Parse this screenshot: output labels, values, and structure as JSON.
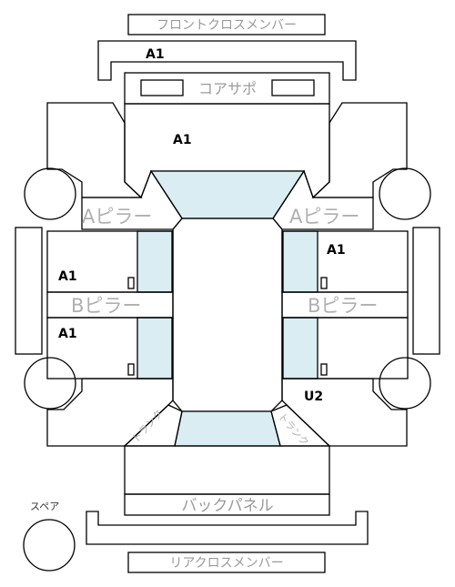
{
  "labels": {
    "front_cross_member": "フロントクロスメンバー",
    "core_support": "コアサポ",
    "a_pillar_left": "Aピラー",
    "a_pillar_right": "Aピラー",
    "b_pillar_left": "Bピラー",
    "b_pillar_right": "Bピラー",
    "trunk_left": "トランク",
    "trunk_right": "トランク",
    "back_panel": "バックパネル",
    "rear_cross_member": "リアクロスメンバー",
    "spare": "スペア"
  },
  "codes": {
    "front_cross_member": "A1",
    "hood": "A1",
    "front_right_door": "A1",
    "front_left_door": "A1",
    "rear_left_door": "A1",
    "rear_right_quarter": "U2"
  },
  "colors": {
    "glass": "#d9edf3",
    "label_gray": "#9a9a9a"
  }
}
